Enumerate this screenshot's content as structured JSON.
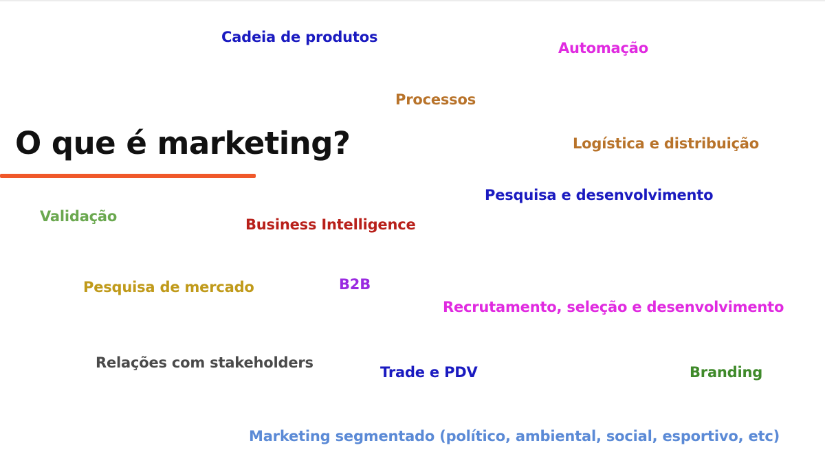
{
  "slide": {
    "title": "O que é marketing?",
    "accent_color": "#f0582a",
    "keywords": [
      {
        "id": "cadeia",
        "text": "Cadeia de produtos",
        "color": "#1a1ac0"
      },
      {
        "id": "automacao",
        "text": "Automação",
        "color": "#e02ae0"
      },
      {
        "id": "processos",
        "text": "Processos",
        "color": "#b8732a"
      },
      {
        "id": "logistica",
        "text": "Logística e distribuição",
        "color": "#b8732a"
      },
      {
        "id": "pesquisa-dev",
        "text": "Pesquisa e desenvolvimento",
        "color": "#1a1ac0"
      },
      {
        "id": "validacao",
        "text": "Validação",
        "color": "#6aa84f"
      },
      {
        "id": "bi",
        "text": "Business Intelligence",
        "color": "#b8201a"
      },
      {
        "id": "pesq-mercado",
        "text": "Pesquisa de mercado",
        "color": "#c09a1a"
      },
      {
        "id": "b2b",
        "text": "B2B",
        "color": "#9a2ae0"
      },
      {
        "id": "recrutamento",
        "text": "Recrutamento, seleção e desenvolvimento",
        "color": "#e02ae0"
      },
      {
        "id": "relacoes",
        "text": "Relações com stakeholders",
        "color": "#4a4a4a"
      },
      {
        "id": "trade",
        "text": "Trade e PDV",
        "color": "#1a1ac0"
      },
      {
        "id": "branding",
        "text": "Branding",
        "color": "#3f8a2a"
      },
      {
        "id": "marketing-seg",
        "text": "Marketing segmentado (político, ambiental, social, esportivo, etc)",
        "color": "#5b8ad6"
      }
    ]
  }
}
